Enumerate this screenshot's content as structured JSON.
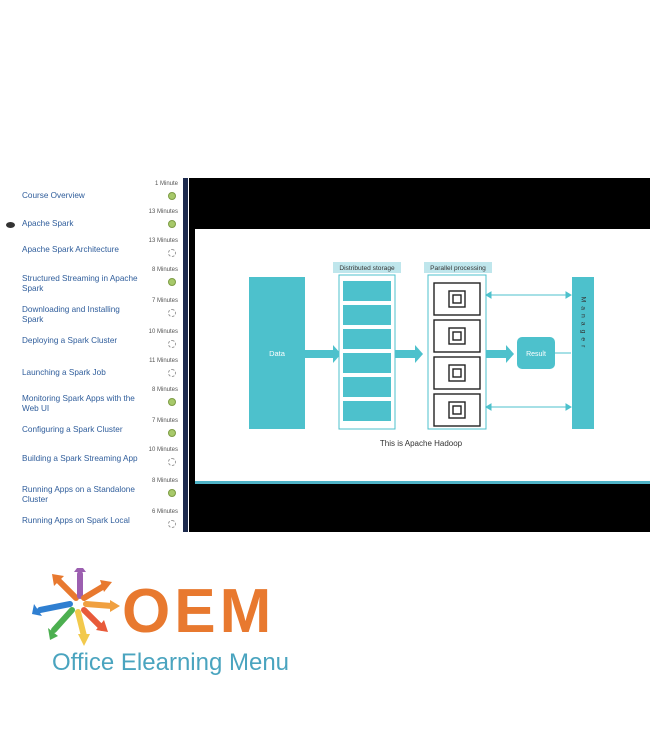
{
  "sidebar": {
    "lessons": [
      {
        "title": "Course Overview",
        "duration": "1 Minute",
        "status": "done"
      },
      {
        "title": "Apache Spark",
        "duration": "13 Minutes",
        "status": "done",
        "current": true
      },
      {
        "title": "Apache Spark Architecture",
        "duration": "13 Minutes",
        "status": "pending"
      },
      {
        "title": "Structured Streaming in Apache Spark",
        "duration": "8 Minutes",
        "status": "done"
      },
      {
        "title": "Downloading and Installing Spark",
        "duration": "7 Minutes",
        "status": "pending"
      },
      {
        "title": "Deploying a Spark Cluster",
        "duration": "10 Minutes",
        "status": "pending"
      },
      {
        "title": "Launching a Spark Job",
        "duration": "11 Minutes",
        "status": "pending"
      },
      {
        "title": "Monitoring Spark Apps with the Web UI",
        "duration": "8 Minutes",
        "status": "done"
      },
      {
        "title": "Configuring a Spark Cluster",
        "duration": "7 Minutes",
        "status": "done"
      },
      {
        "title": "Building a Spark Streaming App",
        "duration": "10 Minutes",
        "status": "pending"
      },
      {
        "title": "Running Apps on a Standalone Cluster",
        "duration": "8 Minutes",
        "status": "done"
      },
      {
        "title": "Running Apps on Spark Local",
        "duration": "6 Minutes",
        "status": "pending"
      }
    ]
  },
  "slide": {
    "data_label": "Data",
    "storage_label": "Distributed storage",
    "processing_label": "Parallel processing",
    "result_label": "Result",
    "manager_label": "Manager",
    "caption": "This is Apache Hadoop"
  },
  "logo": {
    "brand": "OEM",
    "tagline": "Office Elearning Menu",
    "colors": {
      "orange": "#e8792f",
      "blue": "#4aa4bf"
    }
  },
  "colors": {
    "teal": "#4dc1cc",
    "sidebar_text": "#2f5d9b",
    "done": "#a7c96a"
  }
}
